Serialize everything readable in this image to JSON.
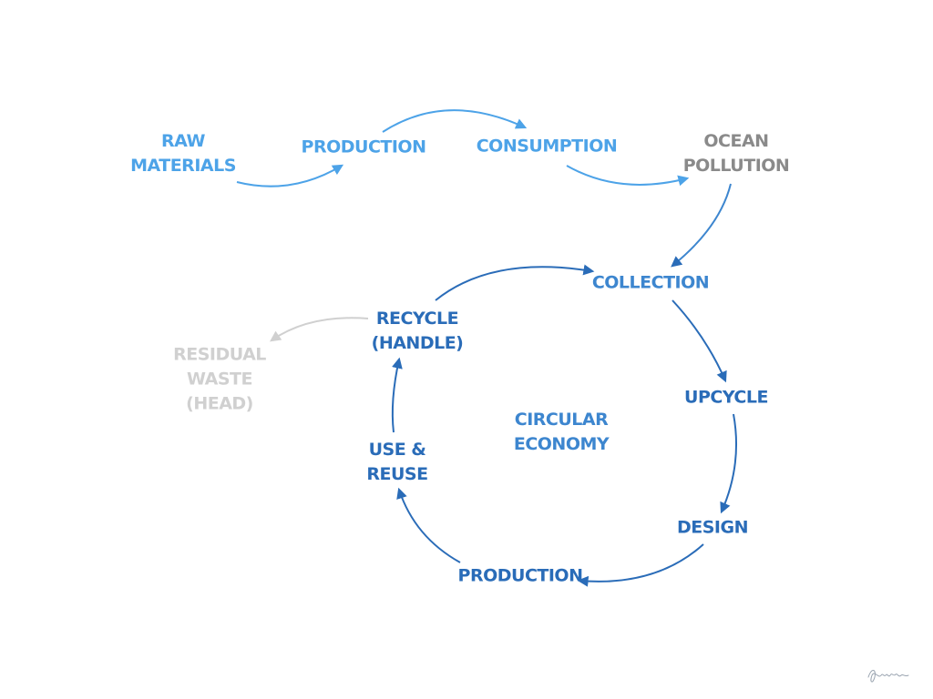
{
  "colors": {
    "linear_light": "#4da3e8",
    "linear_mid": "#3d86cf",
    "circular": "#2a6cb8",
    "ocean": "#8a8a8a",
    "residual": "#d0d0d0"
  },
  "linear_flow": {
    "raw_materials": [
      "RAW",
      "MATERIALS"
    ],
    "production": [
      "PRODUCTION"
    ],
    "consumption": [
      "CONSUMPTION"
    ],
    "ocean_pollution": [
      "OCEAN",
      "POLLUTION"
    ]
  },
  "circular_flow": {
    "collection": [
      "COLLECTION"
    ],
    "upcycle": [
      "UPCYCLE"
    ],
    "design": [
      "DESIGN"
    ],
    "production": [
      "PRODUCTION"
    ],
    "use_reuse": [
      "USE &",
      "REUSE"
    ],
    "recycle": [
      "RECYCLE",
      "(HANDLE)"
    ],
    "center": [
      "CIRCULAR",
      "ECONOMY"
    ]
  },
  "residual_waste": [
    "RESIDUAL",
    "WASTE",
    "(HEAD)"
  ],
  "icons": [
    "arrow-head-icon",
    "signature-icon"
  ]
}
